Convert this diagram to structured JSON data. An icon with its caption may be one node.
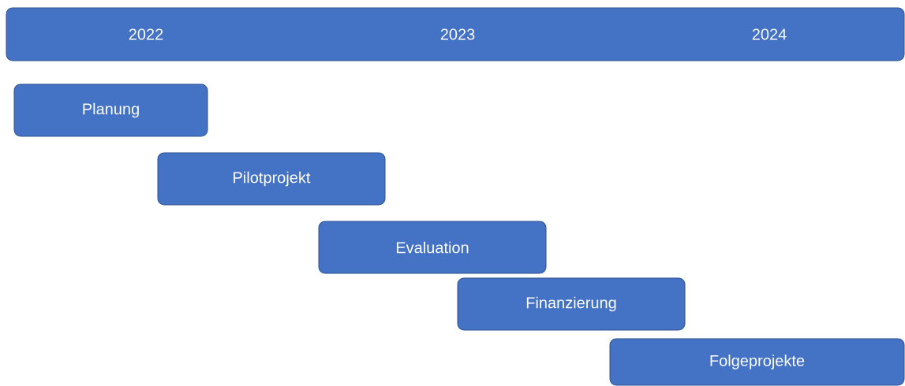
{
  "diagram": {
    "nodes": [
      {
        "text": [
          "2022",
          "2023",
          "2024"
        ]
      },
      {
        "text": [
          "Planung"
        ]
      },
      {
        "text": [
          "Pilotprojekt"
        ]
      },
      {
        "text": [
          "Evaluation"
        ]
      },
      {
        "text": [
          "Finanzierung"
        ]
      },
      {
        "text": [
          "Folgeprojekte"
        ]
      }
    ]
  }
}
